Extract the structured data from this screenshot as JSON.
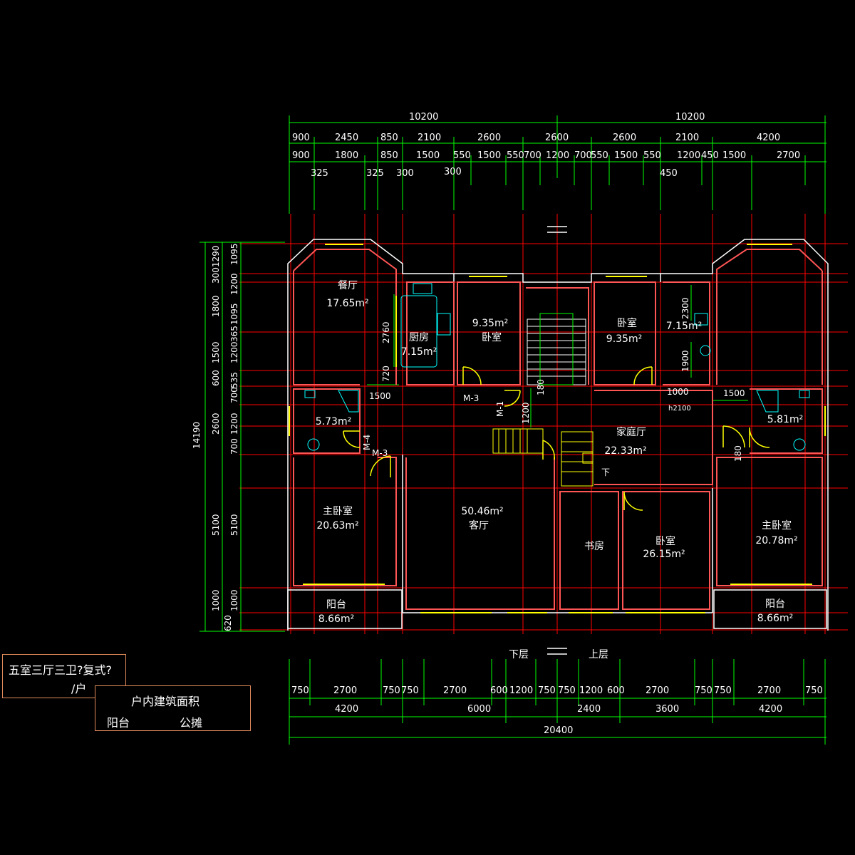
{
  "dims": {
    "top_total": [
      "10200",
      "10200"
    ],
    "top_row1": [
      "900",
      "2450",
      "850",
      "2100",
      "2600",
      "2600",
      "2600",
      "2100",
      "4200"
    ],
    "top_row2": [
      "900",
      "1800",
      "850",
      "1500",
      "550",
      "1500",
      "550",
      "700",
      "1200",
      "700",
      "550",
      "1500",
      "550",
      "1200",
      "450",
      "1500",
      "2700"
    ],
    "top_row3": [
      "325",
      "325",
      "300",
      "300",
      "450"
    ],
    "left_total": "14190",
    "left_col1": [
      "1290",
      "300",
      "1800",
      "1500",
      "600",
      "2600",
      "5100",
      "1000",
      "620"
    ],
    "left_col2": [
      "1095",
      "1200",
      "1095",
      "365",
      "1200",
      "535",
      "700",
      "1200",
      "700",
      "5100",
      "1000"
    ],
    "bottom_row1": [
      "750",
      "2700",
      "750",
      "750",
      "2700",
      "600",
      "1200",
      "750",
      "750",
      "1200",
      "600",
      "2700",
      "750",
      "750",
      "2700",
      "750"
    ],
    "bottom_row2": [
      "4200",
      "6000",
      "2400",
      "3600",
      "4200"
    ],
    "bottom_total": "20400"
  },
  "rooms": {
    "dining": {
      "name": "餐厅",
      "area": "17.65m²"
    },
    "kitchen": {
      "name": "厨房",
      "area": "7.15m²"
    },
    "bedroom_a": {
      "area": "9.35m²",
      "name": "卧室"
    },
    "bedroom_b": {
      "name": "卧室",
      "area": "9.35m²"
    },
    "bath_upper": {
      "area": "7.15m²"
    },
    "bath_left": {
      "area": "5.73m²"
    },
    "bath_right": {
      "area": "5.81m²"
    },
    "family_hall": {
      "name": "家庭厅",
      "area": "22.33m²"
    },
    "living": {
      "area": "50.46m²",
      "name": "客厅"
    },
    "master_left": {
      "name": "主卧室",
      "area": "20.63m²"
    },
    "master_right": {
      "name": "主卧室",
      "area": "20.78m²"
    },
    "study": {
      "name": "书房"
    },
    "bedroom_c": {
      "name": "卧室",
      "area": "26.15m²"
    },
    "balcony_left": {
      "name": "阳台",
      "area": "8.66m²"
    },
    "balcony_right": {
      "name": "阳台",
      "area": "8.66m²"
    }
  },
  "tags": {
    "door_m3_a": "M-3",
    "door_m3_b": "M-3",
    "door_m1": "M-1",
    "door_m4": "M-4",
    "dim_2760": "2760",
    "dim_720": "720",
    "dim_1500_a": "1500",
    "dim_1500_b": "1500",
    "dim_1200_v": "1200",
    "dim_180_a": "180",
    "dim_180_b": "180",
    "dim_2300": "2300",
    "dim_1900": "1900",
    "dim_1000": "1000",
    "h2100": "h2100",
    "down_label": "下",
    "lower_floor": "下层",
    "upper_floor": "上层"
  },
  "legend": {
    "title_line1": "五室三厅三卫?复式?",
    "title_line2": "/户",
    "area_heading": "户内建筑面积",
    "balcony_label": "阳台",
    "shared_label": "公摊"
  },
  "colors": {
    "grid": "#ff0000",
    "dimension": "#00ff00",
    "wall": "#ffffff",
    "wall_inner": "#ff3b3b",
    "window": "#ffff00",
    "fixture": "#00ffff",
    "legend_border": "#e08a5a"
  }
}
